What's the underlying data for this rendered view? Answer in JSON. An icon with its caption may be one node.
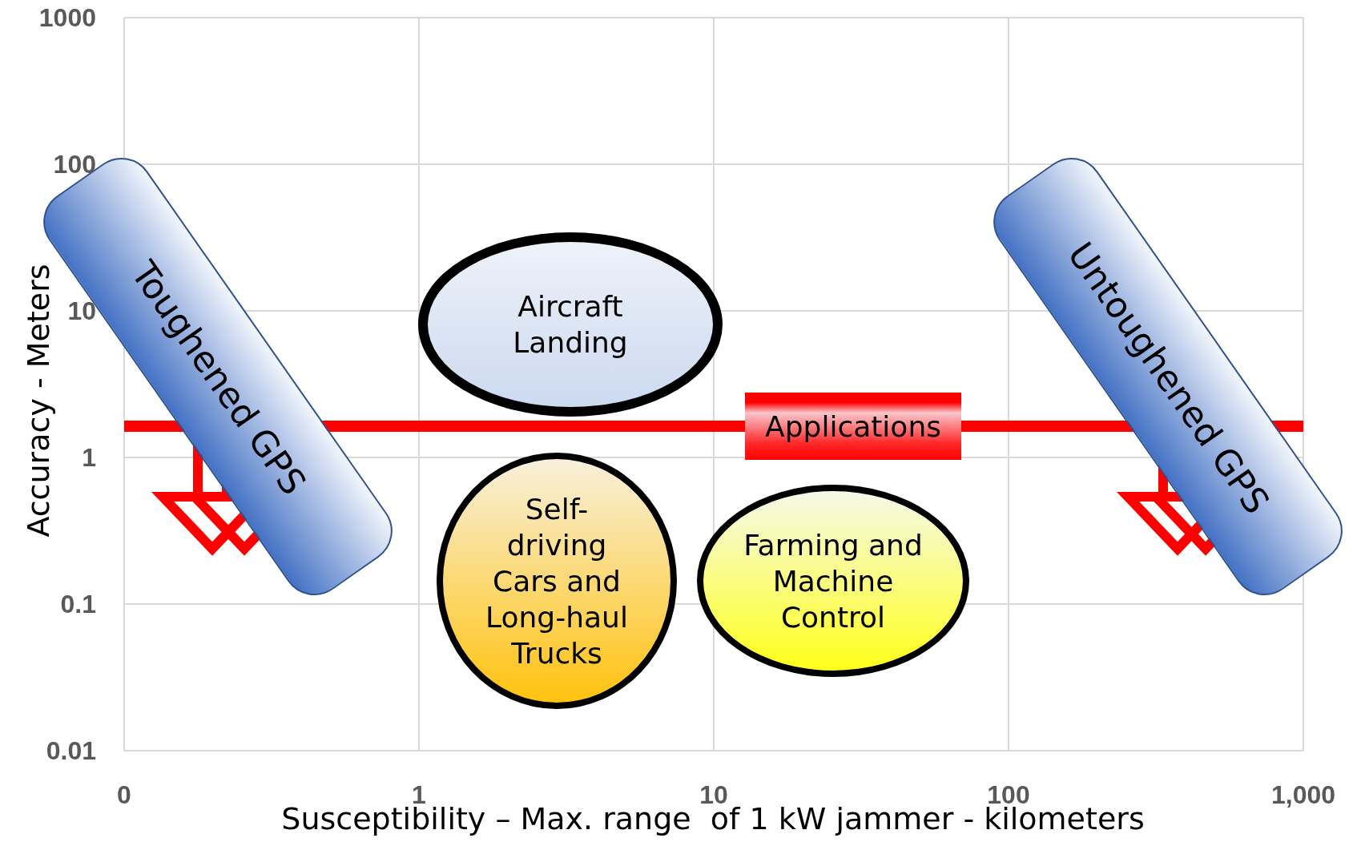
{
  "diagram": {
    "nodes": [
      {
        "text": [
          "Toughened GPS"
        ]
      },
      {
        "text": [
          "Untoughened GPS"
        ]
      },
      {
        "text": [
          "Applications"
        ]
      },
      {
        "text": [
          "Aircraft Landing"
        ]
      },
      {
        "text": [
          "Farming and Machine Control"
        ]
      },
      {
        "text": [
          "Self-driving Cars and Long-haul Trucks"
        ]
      }
    ],
    "edges": [],
    "labels": [
      "1000",
      "100",
      "10",
      "1",
      "0.1",
      "0.01",
      "Accuracy - Meters",
      "0",
      "1",
      "10",
      "100",
      "1,000",
      "Susceptibility – Max. range  of 1 kW jammer - kilometers"
    ]
  }
}
